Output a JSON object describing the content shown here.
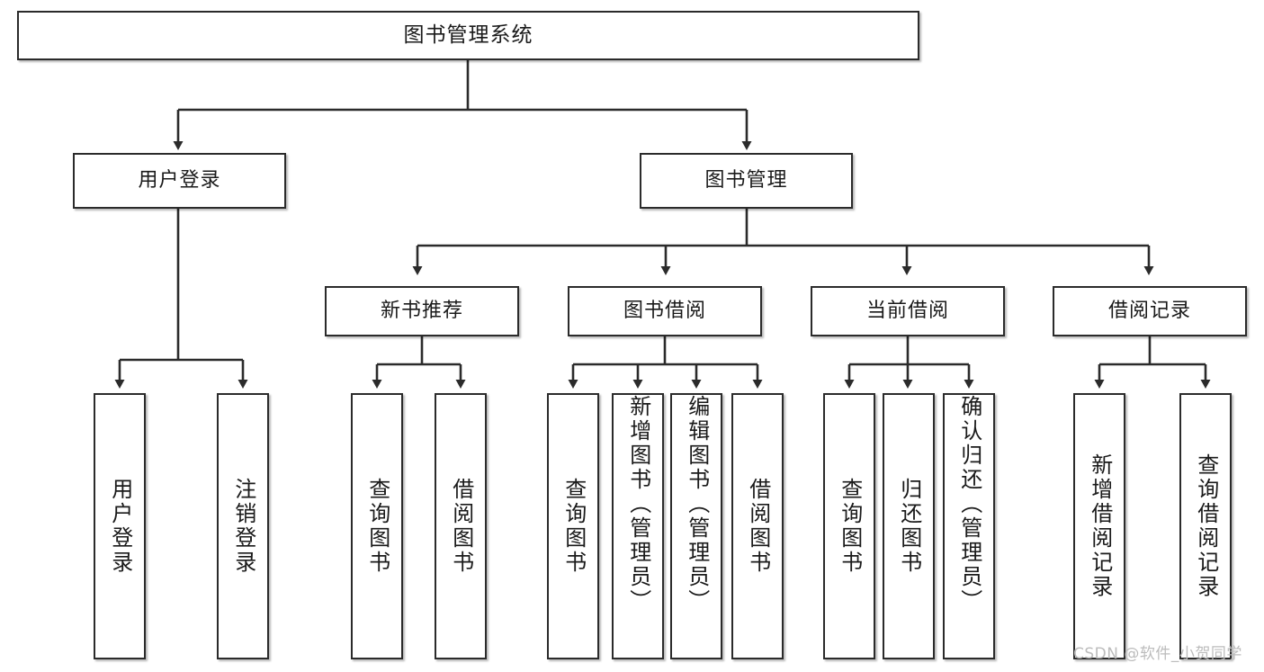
{
  "diagram": {
    "title": "图书管理系统",
    "type": "tree-hierarchy",
    "watermark": "CSDN @软件_小贺同学",
    "colors": {
      "box_border": "#2b2b2b",
      "box_fill": "#ffffff",
      "connector": "#2b2b2b",
      "text": "#1a1a1a",
      "watermark": "#bcbcbc"
    }
  },
  "nodes": {
    "root": {
      "label": "图书管理系统"
    },
    "level2": [
      {
        "label": "用户登录"
      },
      {
        "label": "图书管理"
      }
    ],
    "level3": [
      {
        "label": "新书推荐"
      },
      {
        "label": "图书借阅"
      },
      {
        "label": "当前借阅"
      },
      {
        "label": "借阅记录"
      }
    ],
    "leaves": {
      "user_login": [
        {
          "label": "用户登录"
        },
        {
          "label": "注销登录"
        }
      ],
      "new_book_rec": [
        {
          "label": "查询图书"
        },
        {
          "label": "借阅图书"
        }
      ],
      "book_borrow": [
        {
          "label": "查询图书"
        },
        {
          "label": "新增图书（管理员）"
        },
        {
          "label": "编辑图书（管理员）"
        },
        {
          "label": "借阅图书"
        }
      ],
      "current_borrow": [
        {
          "label": "查询图书"
        },
        {
          "label": "归还图书"
        },
        {
          "label": "确认归还（管理员）"
        }
      ],
      "borrow_record": [
        {
          "label": "新增借阅记录"
        },
        {
          "label": "查询借阅记录"
        }
      ]
    }
  }
}
